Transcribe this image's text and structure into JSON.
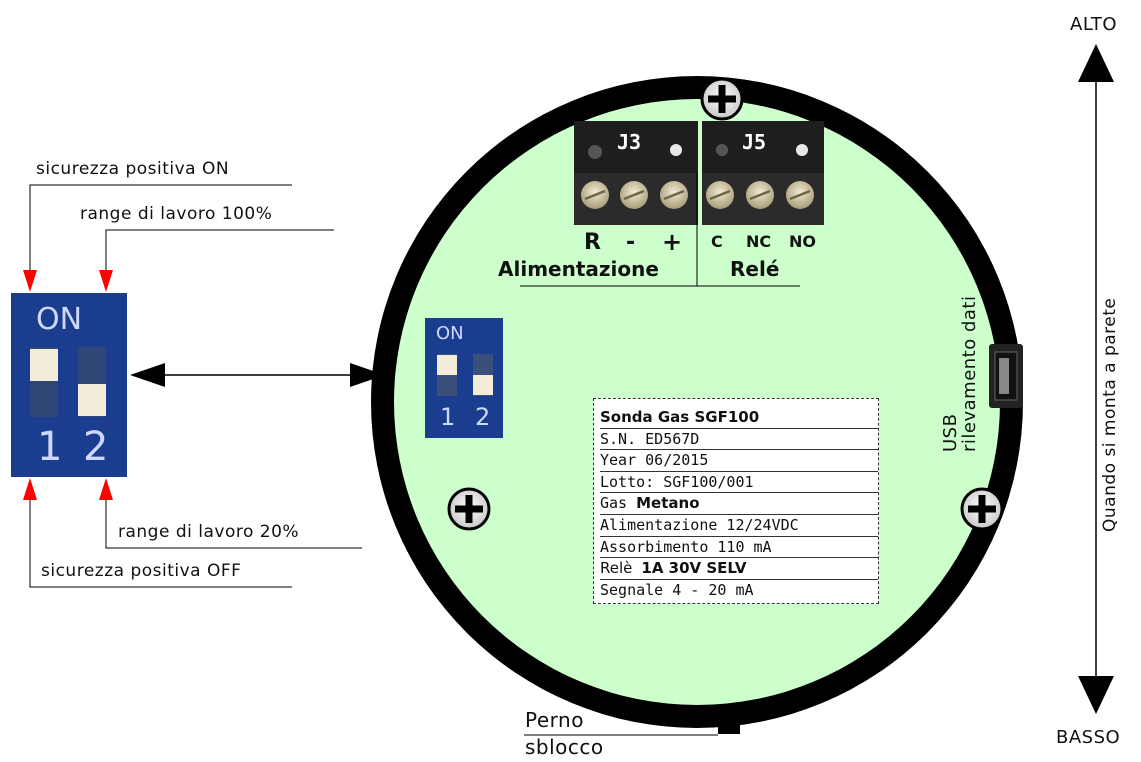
{
  "direction": {
    "top": "ALTO",
    "bottom": "BASSO",
    "note": "Quando si monta a parete"
  },
  "dip_switch": {
    "on_label": "ON",
    "switch1": "1",
    "switch2": "2",
    "callouts": {
      "positive_on": "sicurezza  positiva  ON",
      "range_100": "range  di  lavoro  100%",
      "range_20": "range  di  lavoro  20%",
      "positive_off": "sicurezza  positiva  OFF"
    }
  },
  "connectors": {
    "j3": {
      "name": "J3",
      "pins": [
        "R",
        "-",
        "+"
      ],
      "group": "Alimentazione"
    },
    "j5": {
      "name": "J5",
      "pins": [
        "C",
        "NC",
        "NO"
      ],
      "group": "Relé"
    }
  },
  "usb": {
    "line1": "USB",
    "line2": "rilevamento  dati"
  },
  "unlock_pin": {
    "line1": "Perno",
    "line2": "sblocco"
  },
  "plate": {
    "title": "Sonda Gas  SGF100",
    "serial": "S.N.  ED567D",
    "year": "Year  06/2015",
    "lot": "Lotto:  SGF100/001",
    "gas_label": "Gas",
    "gas_value": "Metano",
    "power": "Alimentazione  12/24VDC",
    "absorption": "Assorbimento  110  mA",
    "relay_label": "Relè",
    "relay_value": "1A  30V  SELV",
    "signal": "Segnale  4  -  20  mA"
  },
  "colors": {
    "board": "#ccffcc",
    "rim": "#000000",
    "dip_blue": "#1a3d8f",
    "arrow_red": "#ff0000",
    "connector": "#2b2b2b"
  }
}
